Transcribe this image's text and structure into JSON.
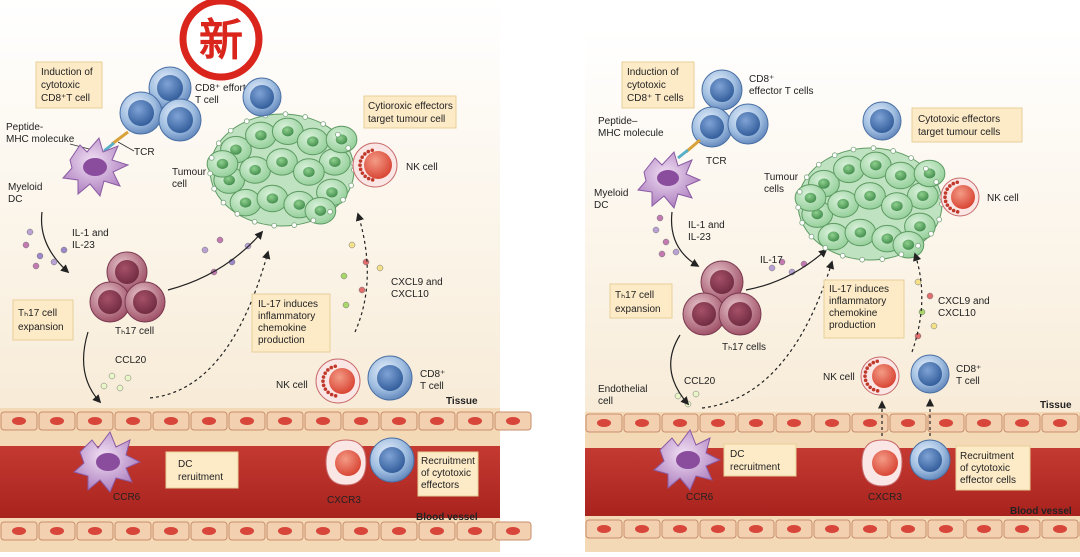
{
  "stamp": {
    "char": "新",
    "color": "#d9251c"
  },
  "left": {
    "induction": [
      "Induction of",
      "cytotoxic",
      "CD8⁺T cell"
    ],
    "cd8_effort": [
      "CD8⁺ effort",
      "T cell"
    ],
    "peptide": [
      "Peptide-",
      "MHC molecuke"
    ],
    "tcr": "TCR",
    "myeloid": [
      "Myeloid",
      "DC"
    ],
    "il1": [
      "IL-1 and",
      "IL-23"
    ],
    "th17_expansion": [
      "Tₕ17 cell",
      "expansion"
    ],
    "th17_cell": "Tₕ17 cell",
    "ccl20": "CCL20",
    "tumour": [
      "Tumour",
      "cell"
    ],
    "cytotoxic_effectors": [
      "Cytioroxic effectors",
      "target tumour cell"
    ],
    "nk_cell": "NK cell",
    "cxcl": [
      "CXCL9 and",
      "CXCL10"
    ],
    "il17_box": [
      "IL-17 induces",
      "inflammatory",
      "chemokine",
      "production"
    ],
    "nk_cell_low": "NK cell",
    "cd8_low": [
      "CD8⁺",
      "T cell"
    ],
    "tissue": "Tissue",
    "ccr6": "CCR6",
    "dc_recruit": [
      "DC",
      "reruitment"
    ],
    "cxcr3": "CXCR3",
    "recruit_effectors": [
      "Recruitment",
      "of cytotoxic",
      "effectors"
    ],
    "blood_vessel": "Blood vessel"
  },
  "right": {
    "induction": [
      "Induction of",
      "cytotoxic",
      "CD8⁺ T cells"
    ],
    "cd8_effector": [
      "CD8⁺",
      "effector T cells"
    ],
    "peptide": [
      "Peptide–",
      "MHC molecule"
    ],
    "tcr": "TCR",
    "myeloid": [
      "Myeloid",
      "DC"
    ],
    "il1": [
      "IL-1 and",
      "IL-23"
    ],
    "il17": "IL-17",
    "th17_expansion": [
      "Tₕ17 cell",
      "expansion"
    ],
    "th17_cells": "Tₕ17 cells",
    "tumour": [
      "Tumour",
      "cells"
    ],
    "cytotoxic_effectors": [
      "Cytotoxic effectors",
      "target tumour cells"
    ],
    "nk_cell": "NK cell",
    "il17_box": [
      "IL-17 induces",
      "inflammatory",
      "chemokine",
      "production"
    ],
    "cxcl": [
      "CXCL9 and",
      "CXCL10"
    ],
    "endothelial": [
      "Endothelial",
      "cell"
    ],
    "ccl20": "CCL20",
    "nk_cell_low": "NK cell",
    "cd8_low": [
      "CD8⁺",
      "T cell"
    ],
    "tissue": "Tissue",
    "dc_recruit": [
      "DC",
      "recruitment"
    ],
    "ccr6": "CCR6",
    "cxcr3": "CXCR3",
    "recruit_effectors": [
      "Recruitment",
      "of cytotoxic",
      "effector cells"
    ],
    "blood_vessel": "Blood vessel"
  }
}
